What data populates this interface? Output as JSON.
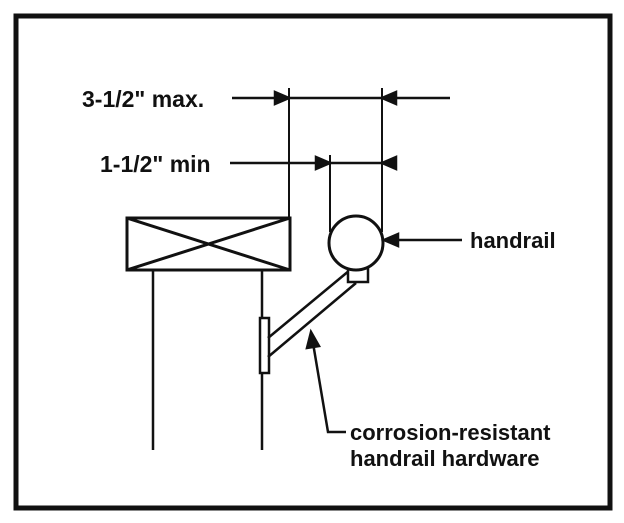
{
  "labels": {
    "max_clearance": "3-1/2\" max.",
    "min_clearance": "1-1/2\" min",
    "handrail": "handrail",
    "hardware_line1": "corrosion-resistant",
    "hardware_line2": "handrail hardware"
  },
  "colors": {
    "ink": "#111111",
    "paper": "#ffffff"
  }
}
